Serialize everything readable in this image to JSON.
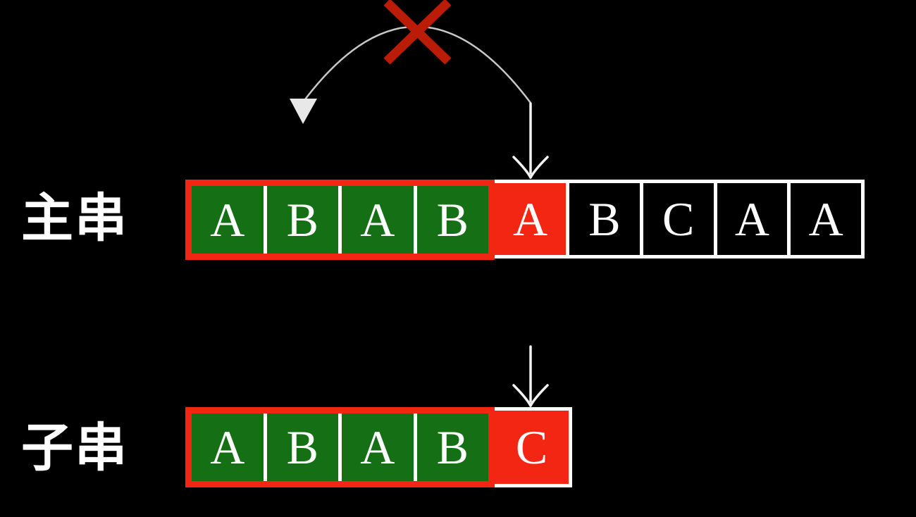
{
  "labels": {
    "main_string": "主串",
    "sub_string": "子串"
  },
  "main_string": {
    "matched_cells": [
      "A",
      "B",
      "A",
      "B"
    ],
    "mismatch_cell": "A",
    "remaining_cells": [
      "B",
      "C",
      "A",
      "A"
    ]
  },
  "sub_string": {
    "matched_cells": [
      "A",
      "B",
      "A",
      "B"
    ],
    "mismatch_cell": "C"
  },
  "annotations": {
    "cross_icon": "red-x-over-backtrack-arc",
    "backtrack_arrow_icon": "curved-arrow-left-with-triangle-head",
    "main_pointer_icon": "down-arrow-at-main-mismatch",
    "sub_pointer_icon": "down-arrow-at-sub-mismatch"
  },
  "colors": {
    "background": "#000000",
    "matched_green": "#157015",
    "highlight_red": "#f22613",
    "cross_red": "#bb1c08",
    "arc_gray": "#c8c8c8",
    "arrow_white": "#f2f2f2",
    "arrowhead_gray": "#e8e8e8",
    "cell_border_white": "#ffffff"
  }
}
